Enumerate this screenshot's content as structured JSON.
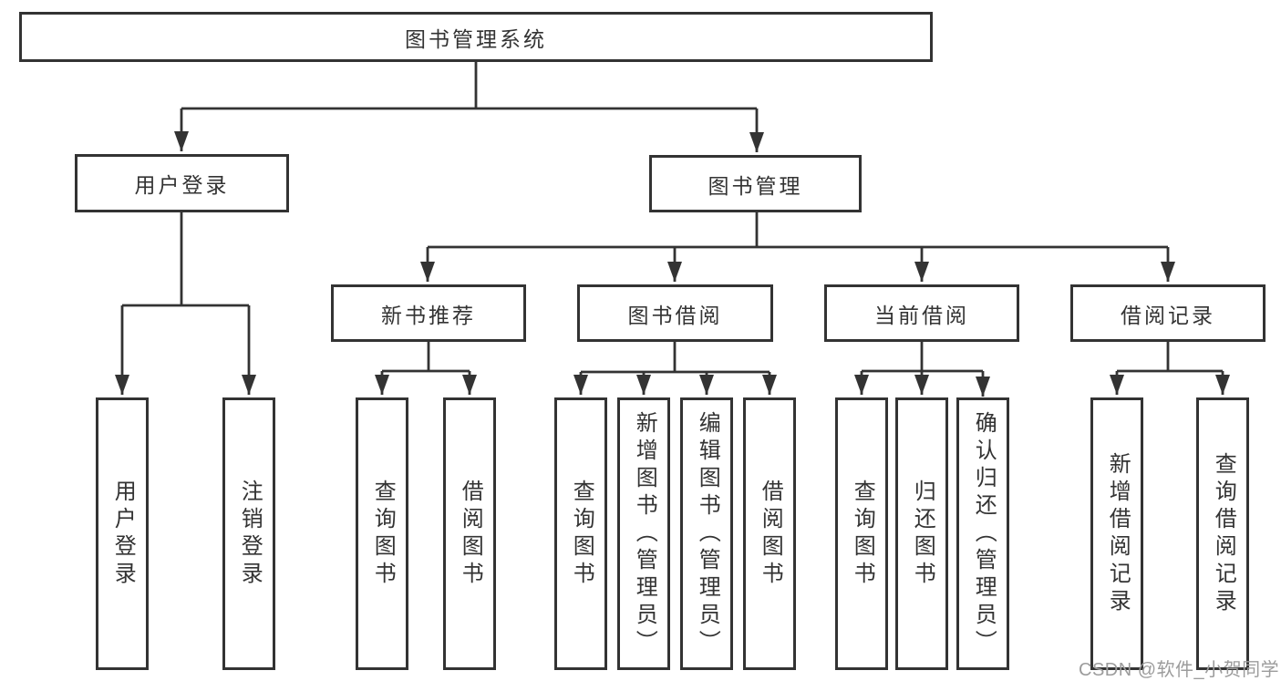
{
  "tree": {
    "root": {
      "label": "图书管理系统"
    },
    "branches": [
      {
        "label": "用户登录",
        "children": [
          {
            "label": "用户登录"
          },
          {
            "label": "注销登录"
          }
        ]
      },
      {
        "label": "图书管理",
        "children": [
          {
            "label": "新书推荐",
            "children": [
              {
                "label": "查询图书"
              },
              {
                "label": "借阅图书"
              }
            ]
          },
          {
            "label": "图书借阅",
            "children": [
              {
                "label": "查询图书"
              },
              {
                "label": "新增图书（管理员）"
              },
              {
                "label": "编辑图书（管理员）"
              },
              {
                "label": "借阅图书"
              }
            ]
          },
          {
            "label": "当前借阅",
            "children": [
              {
                "label": "查询图书"
              },
              {
                "label": "归还图书"
              },
              {
                "label": "确认归还（管理员）"
              }
            ]
          },
          {
            "label": "借阅记录",
            "children": [
              {
                "label": "新增借阅记录"
              },
              {
                "label": "查询借阅记录"
              }
            ]
          }
        ]
      }
    ]
  },
  "watermark": "CSDN @软件_小贺同学",
  "colors": {
    "line": "#333333",
    "text": "#333333",
    "box_fill": "#ffffff",
    "background": "#ffffff",
    "watermark": "#9c9c9c"
  }
}
